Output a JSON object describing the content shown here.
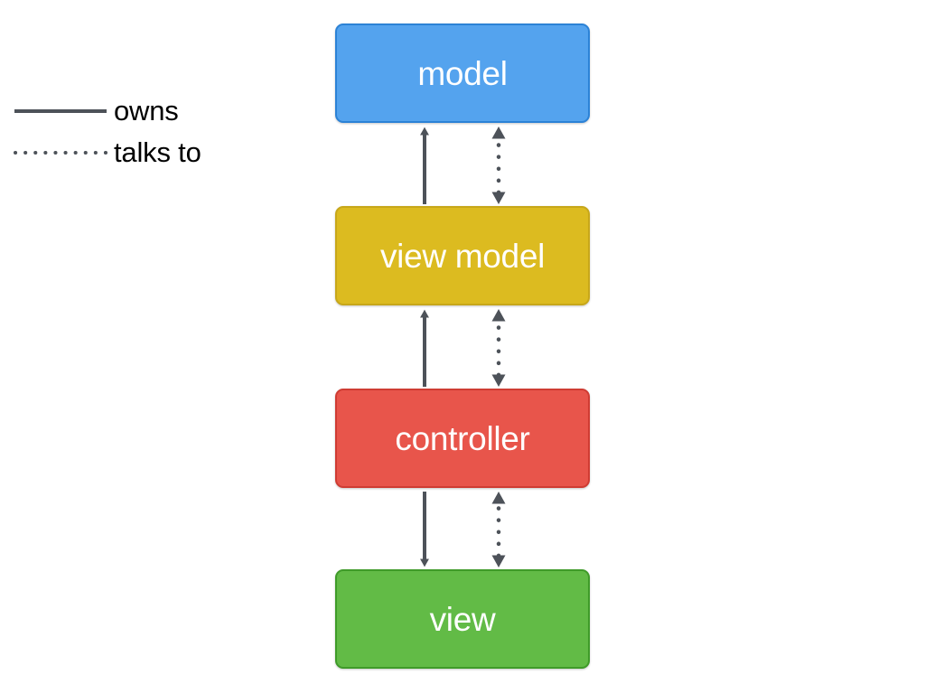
{
  "diagram": {
    "title": "MVVM / MVC layer ownership diagram",
    "background_color": "#ffffff",
    "connector_color": "#4d5259"
  },
  "legend": {
    "items": [
      {
        "label": "owns",
        "style": "solid",
        "sample_icon": "solid-line-icon"
      },
      {
        "label": "talks to",
        "style": "dotted",
        "sample_icon": "dotted-line-icon"
      }
    ]
  },
  "nodes": [
    {
      "id": "model",
      "label": "model",
      "fill": "#54a3ee",
      "stroke": "#2c82d6",
      "text_color": "#ffffff"
    },
    {
      "id": "view-model",
      "label": "view model",
      "fill": "#dcbb20",
      "stroke": "#c7a71a",
      "text_color": "#ffffff"
    },
    {
      "id": "controller",
      "label": "controller",
      "fill": "#e8554b",
      "stroke": "#cf3c33",
      "text_color": "#ffffff"
    },
    {
      "id": "view",
      "label": "view",
      "fill": "#62bb46",
      "stroke": "#3f9b29",
      "text_color": "#ffffff"
    }
  ],
  "connections": [
    {
      "from": "view model",
      "to": "model",
      "relation": "owns",
      "style": "solid",
      "direction": "up"
    },
    {
      "from": "view model",
      "to": "model",
      "relation": "talks to",
      "style": "dotted",
      "direction": "both"
    },
    {
      "from": "controller",
      "to": "view model",
      "relation": "owns",
      "style": "solid",
      "direction": "up"
    },
    {
      "from": "controller",
      "to": "view model",
      "relation": "talks to",
      "style": "dotted",
      "direction": "both"
    },
    {
      "from": "controller",
      "to": "view",
      "relation": "owns",
      "style": "solid",
      "direction": "down"
    },
    {
      "from": "controller",
      "to": "view",
      "relation": "talks to",
      "style": "dotted",
      "direction": "both"
    }
  ]
}
